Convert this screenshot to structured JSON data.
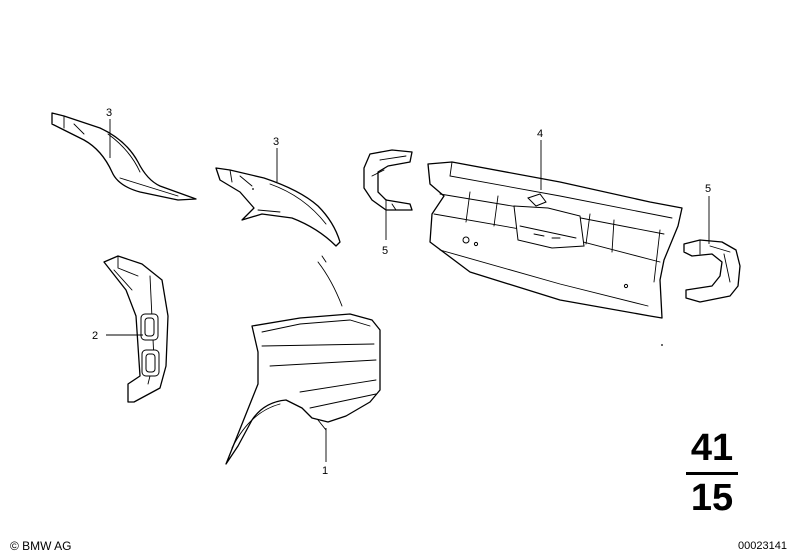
{
  "diagram": {
    "callouts": [
      {
        "id": "1",
        "text": "1"
      },
      {
        "id": "2",
        "text": "2"
      },
      {
        "id": "3a",
        "text": "3"
      },
      {
        "id": "3b",
        "text": "3"
      },
      {
        "id": "4",
        "text": "4"
      },
      {
        "id": "5a",
        "text": "5"
      },
      {
        "id": "5b",
        "text": "5"
      }
    ]
  },
  "group": {
    "main": "41",
    "sub": "15"
  },
  "footer": {
    "copyright": "© BMW AG",
    "doc_number": "00023141"
  }
}
